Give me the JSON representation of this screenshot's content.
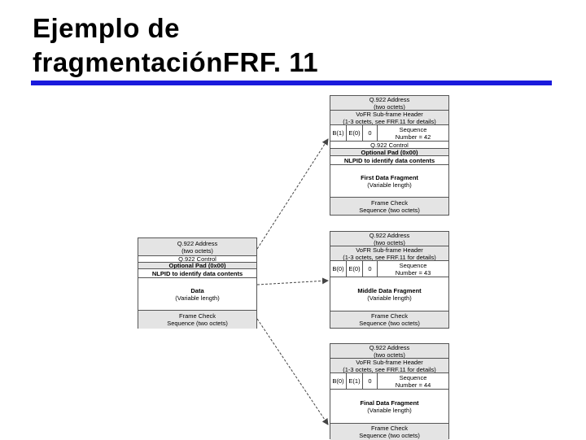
{
  "slide": {
    "title_line1": "Ejemplo de",
    "title_line2": "fragmentaciónFRF. 11",
    "accent_color": "#1a1adc"
  },
  "original_frame": {
    "addr_1": "Q.922 Address",
    "addr_2": "(two octets)",
    "control": "Q.922 Control",
    "pad": "Optional Pad (0x00)",
    "nlpid": "NLPID to identify data contents",
    "data_1": "Data",
    "data_2": "(Variable length)",
    "fcs_1": "Frame Check",
    "fcs_2": "Sequence (two octets)"
  },
  "fragments": [
    {
      "addr_1": "Q.922 Address",
      "addr_2": "(two octets)",
      "hdr_1": "VoFR Sub-frame Header",
      "hdr_2": "(1-3 octets, see FRF.11 for details)",
      "b_bit": "B(1)",
      "e_bit": "E(0)",
      "zero": "0",
      "seq_1": "Sequence",
      "seq_2": "Number = 42",
      "control": "Q.922 Control",
      "pad": "Optional Pad (0x00)",
      "nlpid": "NLPID to identify data contents",
      "data_1": "First Data Fragment",
      "data_2": "(Variable length)",
      "fcs_1": "Frame Check",
      "fcs_2": "Sequence (two octets)"
    },
    {
      "addr_1": "Q.922 Address",
      "addr_2": "(two octets)",
      "hdr_1": "VoFR Sub-frame Header",
      "hdr_2": "(1-3 octets, see FRF.11 for details)",
      "b_bit": "B(0)",
      "e_bit": "E(0)",
      "zero": "0",
      "seq_1": "Sequence",
      "seq_2": "Number = 43",
      "data_1": "Middle Data Fragment",
      "data_2": "(Variable length)",
      "fcs_1": "Frame Check",
      "fcs_2": "Sequence (two octets)"
    },
    {
      "addr_1": "Q.922 Address",
      "addr_2": "(two octets)",
      "hdr_1": "VoFR Sub-frame Header",
      "hdr_2": "(1-3 octets, see FRF.11 for details)",
      "b_bit": "B(0)",
      "e_bit": "E(1)",
      "zero": "0",
      "seq_1": "Sequence",
      "seq_2": "Number = 44",
      "data_1": "Final Data Fragment",
      "data_2": "(Variable length)",
      "fcs_1": "Frame Check",
      "fcs_2": "Sequence (two octets)"
    }
  ]
}
